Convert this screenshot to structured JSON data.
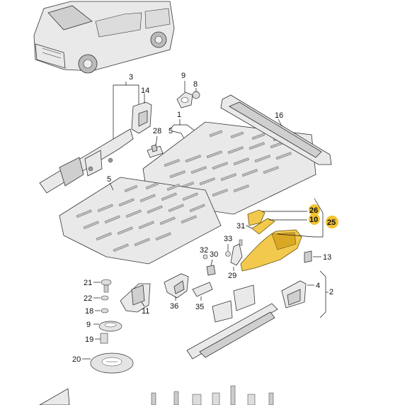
{
  "callouts": {
    "c1": "1",
    "c2": "2",
    "c3": "3",
    "c4": "4",
    "c5a": "5",
    "c5b": "5",
    "c8": "8",
    "c9a": "9",
    "c9b": "9",
    "c10": "10",
    "c11": "11",
    "c13": "13",
    "c14": "14",
    "c16": "16",
    "c18": "18",
    "c19": "19",
    "c20": "20",
    "c21": "21",
    "c22": "22",
    "c25": "25",
    "c26": "26",
    "c28": "28",
    "c29": "29",
    "c30": "30",
    "c31": "31",
    "c32": "32",
    "c33": "33",
    "c35": "35",
    "c36": "36"
  },
  "colors": {
    "highlight": "#f2c94c",
    "badge": "#f2c230",
    "line": "#111111"
  }
}
